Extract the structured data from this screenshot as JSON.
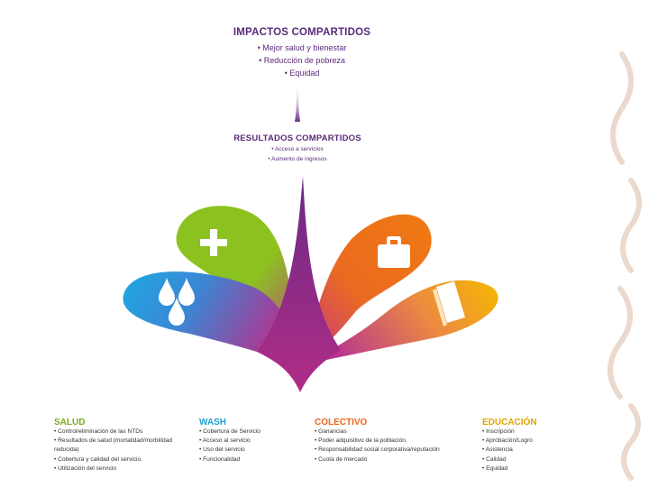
{
  "impactos": {
    "title": "IMPACTOS COMPARTIDOS",
    "items": [
      "Mejor salud y bienestar",
      "Reducción de pobreza",
      "Equidad"
    ]
  },
  "resultados": {
    "title": "RESULTADOS COMPARTIDOS",
    "items": [
      "Acceso a servicios",
      "Aumento de ingresos"
    ]
  },
  "columns": {
    "salud": {
      "title": "SALUD",
      "color": "#7aa81e",
      "items": [
        "Control/eliminación de las NTDs",
        "Resultados de salud (mortalidad/morbilidad reducida)",
        "Cobertura y calidad del servicio.",
        "Utilización del servicio"
      ]
    },
    "wash": {
      "title": "WASH",
      "color": "#1e9fd4",
      "items": [
        "Cobertura de Servicio",
        "Acceso al servicio",
        "Uso del servicio",
        "Funcionalidad"
      ]
    },
    "colectivo": {
      "title": "COLECTIVO",
      "color": "#e8671b",
      "items": [
        "Ganancias",
        "Poder adquisitivo de la población.",
        "Responsabilidad social corporativa/reputación",
        "Cuota de mercado"
      ]
    },
    "educacion": {
      "title": "EDUCACIÓN",
      "color": "#e0a400",
      "items": [
        "Inscripción",
        "Aprobación/Logro",
        "Asistencia",
        "Calidad",
        "Equidad"
      ]
    }
  },
  "petals": {
    "health": {
      "color": "#8cc21f",
      "icon": "plus-icon"
    },
    "water": {
      "color": "#2aa9e0",
      "icon": "water-drops-icon"
    },
    "collective": {
      "color": "#ef7314",
      "icon": "briefcase-icon"
    },
    "education": {
      "color": "#f5b800",
      "icon": "book-icon"
    },
    "stem": {
      "color": "#a8267f"
    }
  }
}
